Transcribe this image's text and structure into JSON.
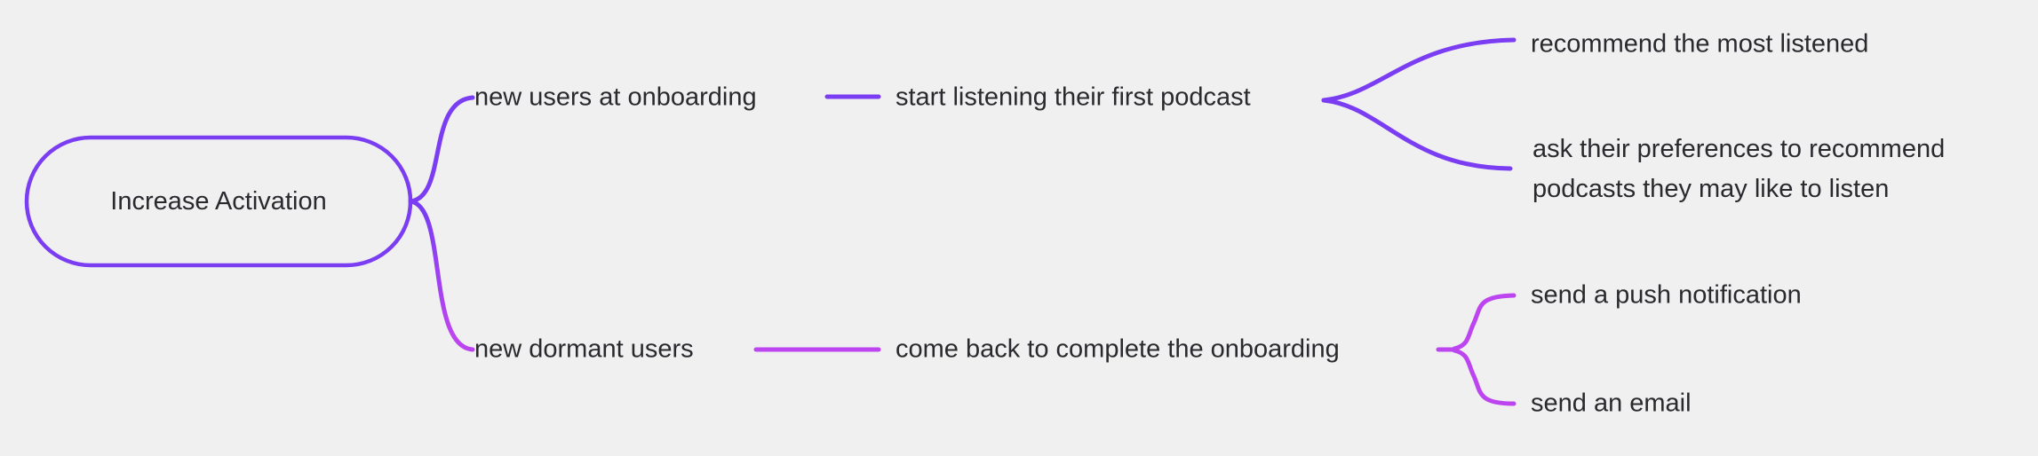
{
  "colors": {
    "violet": "#7a3df2",
    "magenta": "#bc45f0",
    "text": "#2a2a2e",
    "background": "#f0f0f1"
  },
  "mindmap": {
    "root": {
      "label": "Increase Activation"
    },
    "branches": [
      {
        "label": "new users at onboarding",
        "child": {
          "label": "start listening their first podcast",
          "children": [
            {
              "label": "recommend the most listened"
            },
            {
              "label": "ask their preferences to recommend podcasts they may like to listen"
            }
          ]
        }
      },
      {
        "label": "new dormant users",
        "child": {
          "label": "come back to complete the onboarding",
          "children": [
            {
              "label": "send a push notification"
            },
            {
              "label": "send an email"
            }
          ]
        }
      }
    ]
  }
}
